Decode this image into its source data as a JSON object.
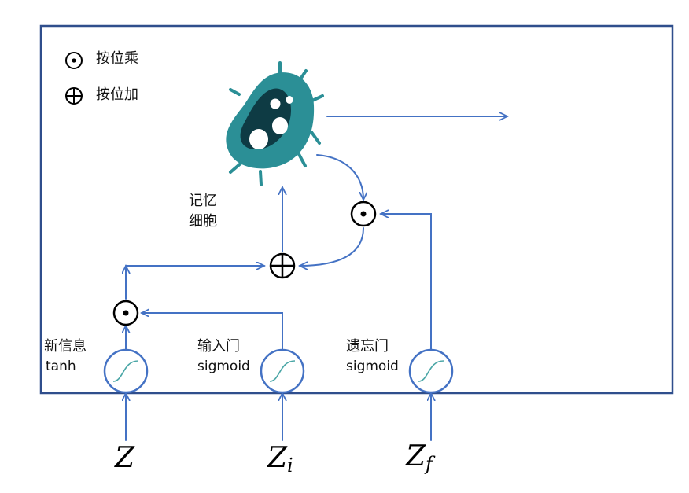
{
  "legend": {
    "multiply_label": "按位乘",
    "add_label": "按位加"
  },
  "labels": {
    "memory_cell_line1": "记忆",
    "memory_cell_line2": "细胞",
    "new_info_title": "新信息",
    "new_info_fn": "tanh",
    "input_gate_title": "输入门",
    "input_gate_fn": "sigmoid",
    "forget_gate_title": "遗忘门",
    "forget_gate_fn": "sigmoid"
  },
  "inputs": {
    "z": "Z",
    "zi_base": "Z",
    "zi_sub": "i",
    "zf_base": "Z",
    "zf_sub": "f"
  },
  "colors": {
    "arrow": "#4472c4",
    "frame": "#2f4e8c",
    "cell_body": "#2b8f96",
    "cell_core": "#0e3b44"
  }
}
